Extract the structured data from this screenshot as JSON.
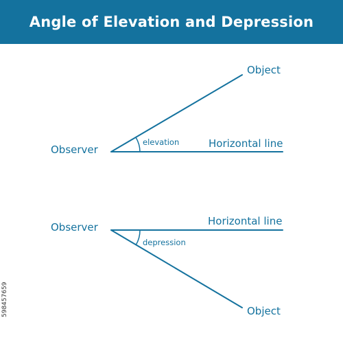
{
  "title": "Angle of Elevation and Depression",
  "elevation_diagram": {
    "observer_label": "Observer",
    "object_label": "Object",
    "horizontal_label": "Horizontal line",
    "angle_label": "elevation"
  },
  "depression_diagram": {
    "observer_label": "Observer",
    "object_label": "Object",
    "horizontal_label": "Horizontal line",
    "angle_label": "depression"
  },
  "side_code": "598457659",
  "colors": {
    "accent": "#14729e",
    "background": "#ffffff",
    "title_text": "#ffffff"
  }
}
